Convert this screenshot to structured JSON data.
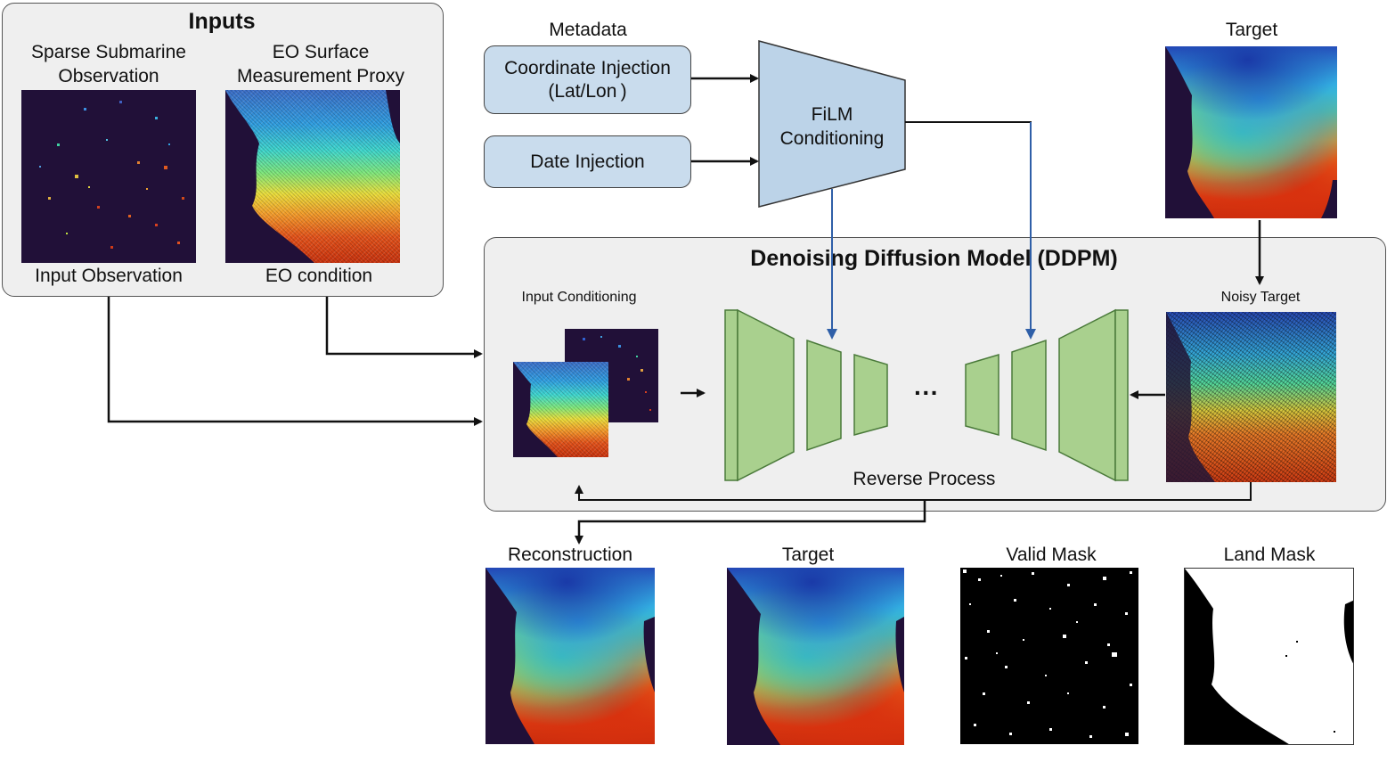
{
  "inputs_panel": {
    "title": "Inputs",
    "sparse_title": "Sparse Submarine\nObservation",
    "eo_title": "EO Surface\nMeasurement Proxy",
    "sparse_caption": "Input Observation",
    "eo_caption": "EO condition"
  },
  "metadata": {
    "title": "Metadata",
    "coord_label": "Coordinate Injection\n(Lat/Lon )",
    "date_label": "Date Injection"
  },
  "film": {
    "label": "FiLM\nConditioning"
  },
  "target_top": {
    "title": "Target"
  },
  "ddpm": {
    "title": "Denoising Diffusion Model (DDPM)",
    "input_conditioning": "Input Conditioning",
    "noisy_target": "Noisy Target",
    "ellipsis": "···",
    "reverse_process": "Reverse Process"
  },
  "outputs": {
    "reconstruction": "Reconstruction",
    "target": "Target",
    "valid_mask": "Valid Mask",
    "land_mask": "Land Mask"
  },
  "colors": {
    "panel_bg": "#efefef",
    "pill_fill": "#c9dced",
    "unet_fill": "#a9d08e",
    "unet_stroke": "#4a7a3a",
    "film_fill": "#bcd3e8",
    "blue_arrow": "#2f5fa8",
    "dark_bg": "#211038"
  }
}
